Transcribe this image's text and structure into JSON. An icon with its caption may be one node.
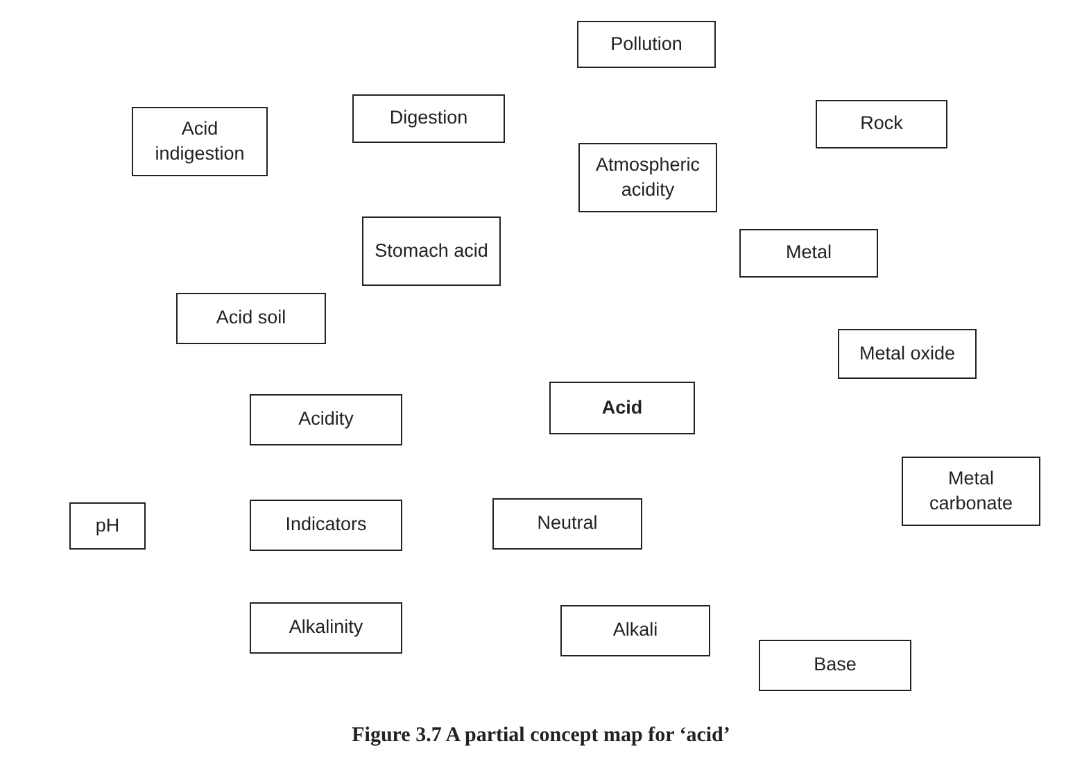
{
  "diagram": {
    "caption": "Figure 3.7 A partial concept map for ‘acid’",
    "nodes": [
      {
        "text": [
          "Pollution"
        ]
      },
      {
        "text": [
          "Acid indigestion"
        ]
      },
      {
        "text": [
          "Digestion"
        ]
      },
      {
        "text": [
          "Rock"
        ]
      },
      {
        "text": [
          "Atmospheric acidity"
        ]
      },
      {
        "text": [
          "Stomach acid"
        ]
      },
      {
        "text": [
          "Metal"
        ]
      },
      {
        "text": [
          "Acid soil"
        ]
      },
      {
        "text": [
          "Metal oxide"
        ]
      },
      {
        "text": [
          "Acidity"
        ]
      },
      {
        "text": [
          "Acid"
        ]
      },
      {
        "text": [
          "Metal carbonate"
        ]
      },
      {
        "text": [
          "pH"
        ]
      },
      {
        "text": [
          "Indicators"
        ]
      },
      {
        "text": [
          "Neutral"
        ]
      },
      {
        "text": [
          "Alkalinity"
        ]
      },
      {
        "text": [
          "Alkali"
        ]
      },
      {
        "text": [
          "Base"
        ]
      }
    ],
    "edges": []
  }
}
